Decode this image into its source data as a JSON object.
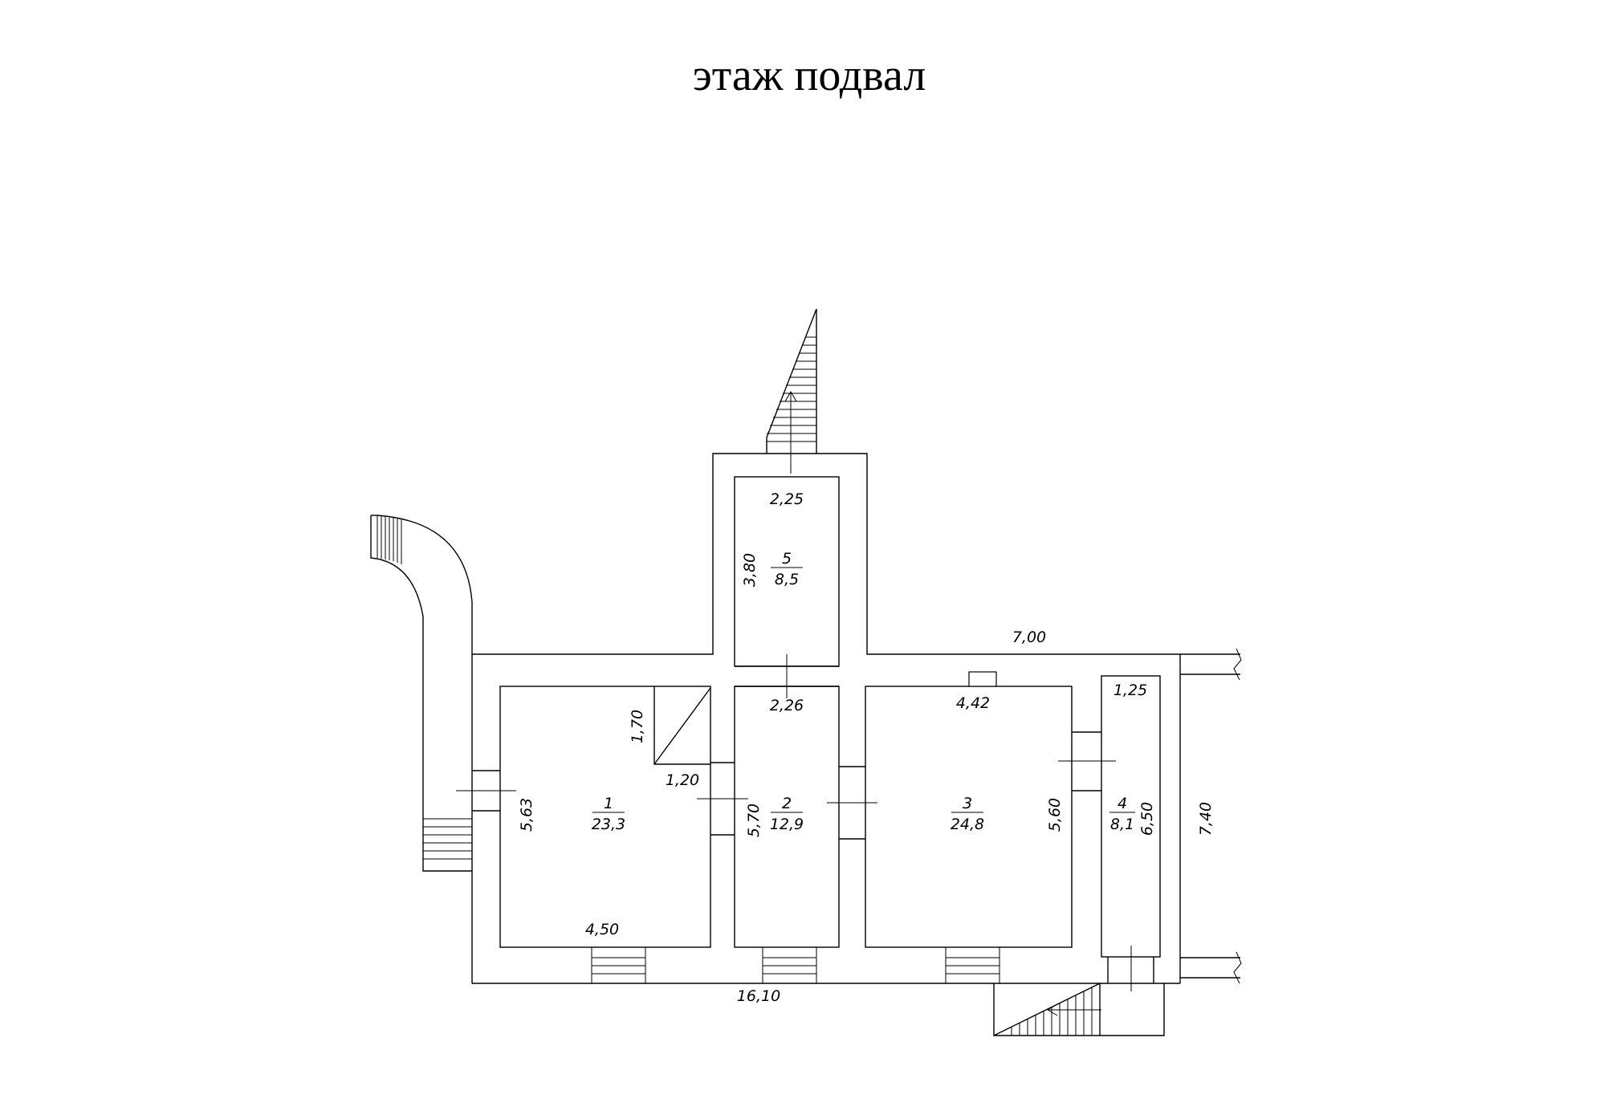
{
  "title": "этаж подвал",
  "rooms": [
    {
      "number": "1",
      "area": "23,3"
    },
    {
      "number": "2",
      "area": "12,9"
    },
    {
      "number": "3",
      "area": "24,8"
    },
    {
      "number": "4",
      "area": "8,1"
    },
    {
      "number": "5",
      "area": "8,5"
    }
  ],
  "dimensions": {
    "room5_width": "2,25",
    "room5_length": "3,80",
    "top_right_length": "7,00",
    "corridor_width": "2,26",
    "room1_closet_height": "1,70",
    "room1_closet_width": "1,20",
    "room1_length": "5,63",
    "room1_width": "4,50",
    "room2_length": "5,70",
    "room3_width": "4,42",
    "room3_length": "5,60",
    "room4_width": "1,25",
    "room4_length": "6,50",
    "overall_right": "7,40",
    "overall_bottom": "16,10"
  }
}
